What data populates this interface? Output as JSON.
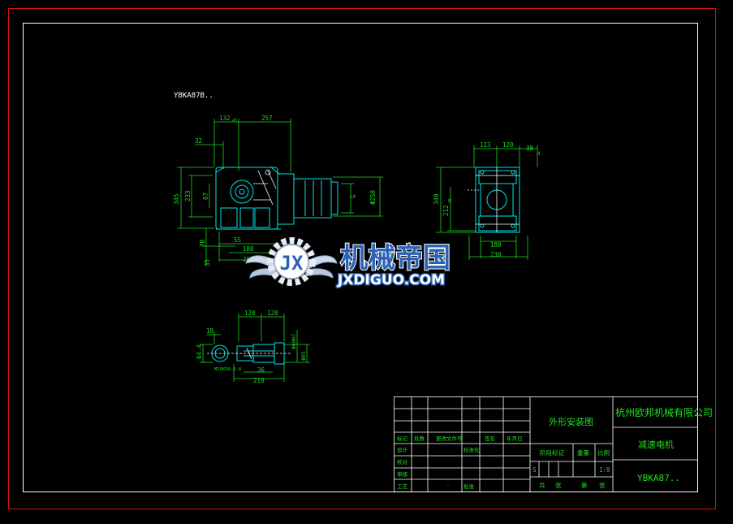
{
  "drawing": {
    "model_label": "YBKA87B..",
    "front_view": {
      "dims_top": [
        "132",
        "257"
      ],
      "dim_top_sub": "45",
      "dim_left_small": "32",
      "dims_vertical": [
        "345",
        "233",
        "67"
      ],
      "dims_lower_left": [
        "70",
        "35"
      ],
      "dims_bottom": [
        "55",
        "180",
        "260"
      ],
      "dim_motor_height": "G",
      "dim_motor_dia": "Φ250"
    },
    "side_view": {
      "dims_top": [
        "123",
        "120",
        "38"
      ],
      "dim_top_extra": "4",
      "dims_vertical": [
        "340",
        "212"
      ],
      "dim_vertical_sub": "45",
      "dims_bottom": [
        "180",
        "230"
      ]
    },
    "shaft_view": {
      "dims_top": [
        "120",
        "120"
      ],
      "dim_left": "18",
      "dim_height": "64.4",
      "dims_dia": [
        "Φ60H7",
        "Φ85"
      ],
      "thread_label": "M20X50-8.8",
      "dims_bottom": [
        "36",
        "210"
      ]
    }
  },
  "watermark": {
    "title": "机械帝国",
    "url": "JXDIGUO.COM"
  },
  "title_block": {
    "drawing_title": "外形安装图",
    "company": "杭州欧邦机械有限公司",
    "product": "减速电机",
    "model": "YBKA87..",
    "hdr_mark": "标记",
    "hdr_count": "处数",
    "hdr_doc": "更改文件号",
    "hdr_sign": "签名",
    "hdr_date": "年月日",
    "row_design": "设计",
    "row_std": "标准化",
    "row_check": "校对",
    "row_review": "审核",
    "row_process": "工艺",
    "row_approve": "批准",
    "stage_label": "阶段标记",
    "weight_label": "重量",
    "scale_label": "比例",
    "stage_value": "S",
    "scale_value": "1:9",
    "sheet_total_a": "共",
    "sheet_total_b": "张",
    "sheet_no_a": "第",
    "sheet_no_b": "张",
    "dot": "·"
  },
  "colors": {
    "border_red": "#e01010",
    "frame_white": "#ffffff",
    "dimension_green": "#1fd81f",
    "geometry_cyan": "#00e5e5",
    "annotation_green": "#20e020",
    "watermark_blue": "#2a63b5"
  }
}
